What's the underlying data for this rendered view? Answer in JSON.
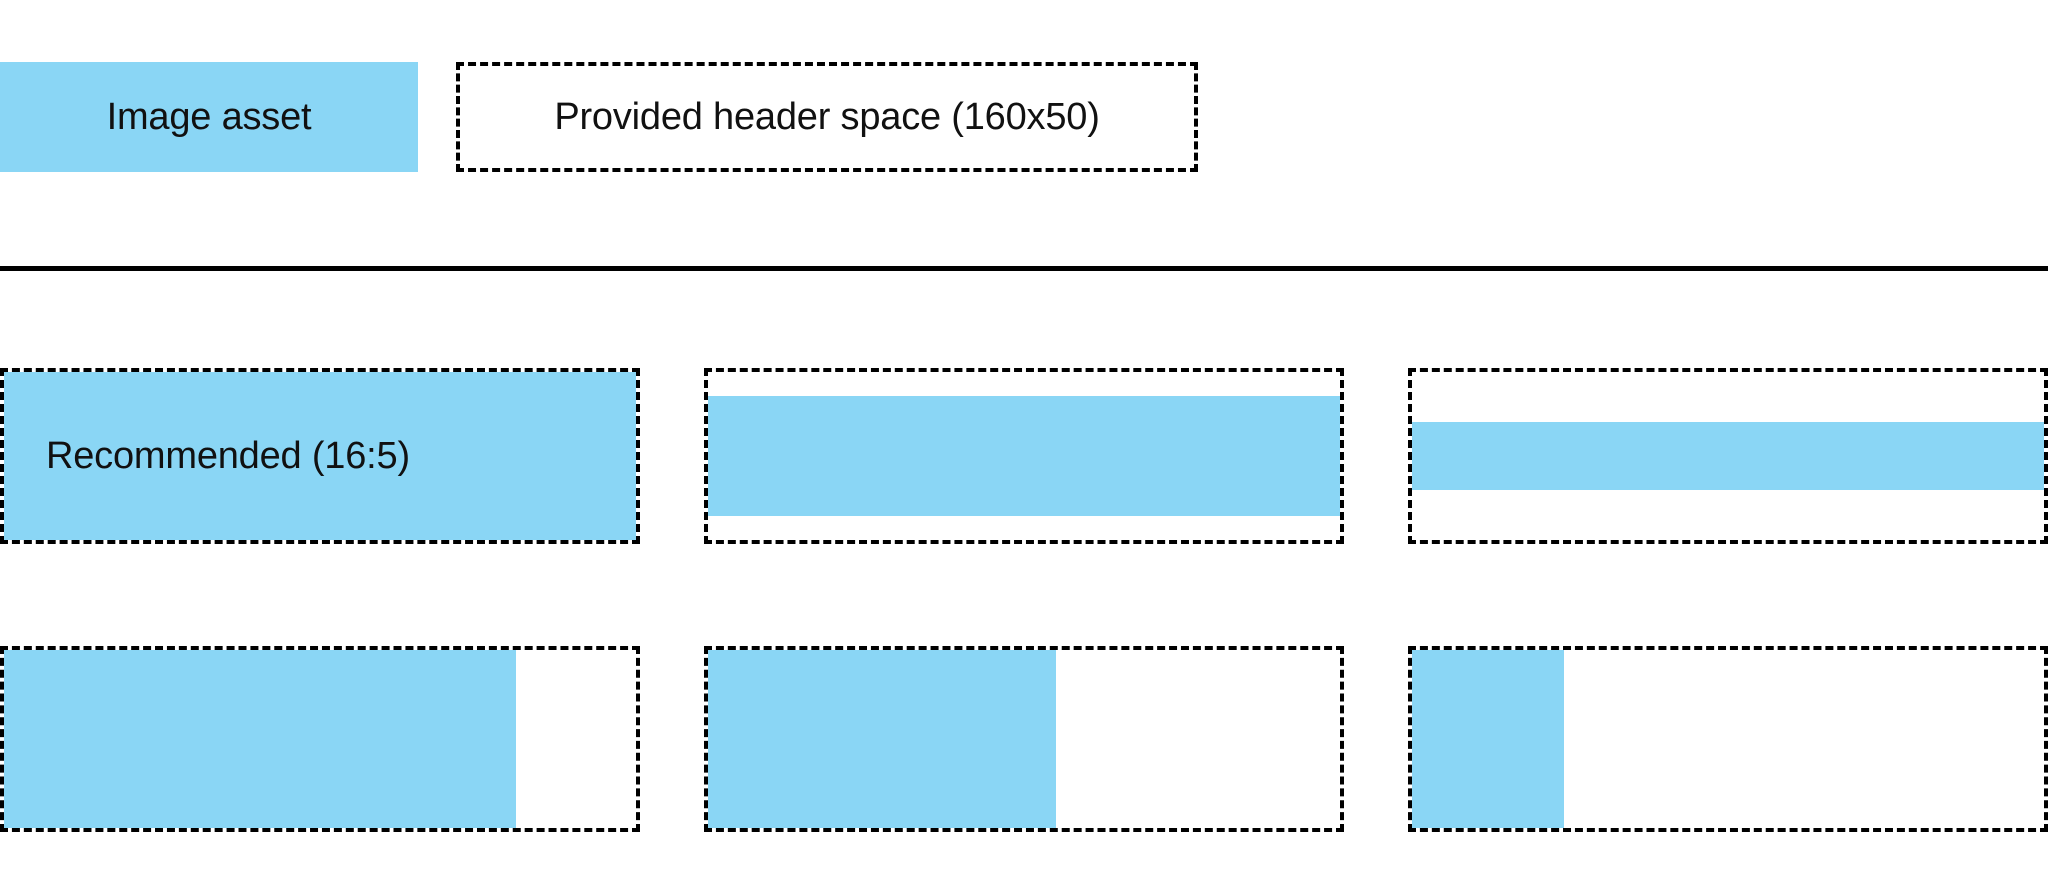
{
  "legend": {
    "image_asset_label": "Image asset",
    "header_space_label": "Provided header space (160x50)",
    "swatch_color": "#8AD6F5",
    "outline_color": "#000000"
  },
  "divider": {
    "color": "#000000"
  },
  "grid": {
    "rows": [
      {
        "name": "row-1",
        "cells": [
          {
            "name": "cell-r1c1",
            "caption": "Recommended (16:5)",
            "fill_width_pct": 100,
            "fill_height_pct": 100
          },
          {
            "name": "cell-r1c2",
            "caption": "",
            "fill_width_pct": 100,
            "fill_height_pct": 72
          },
          {
            "name": "cell-r1c3",
            "caption": "",
            "fill_width_pct": 100,
            "fill_height_pct": 40
          }
        ]
      },
      {
        "name": "row-2",
        "cells": [
          {
            "name": "cell-r2c1",
            "caption": "",
            "fill_width_pct": 81,
            "fill_height_pct": 100
          },
          {
            "name": "cell-r2c2",
            "caption": "",
            "fill_width_pct": 55,
            "fill_height_pct": 100
          },
          {
            "name": "cell-r2c3",
            "caption": "",
            "fill_width_pct": 24,
            "fill_height_pct": 100
          }
        ]
      }
    ]
  }
}
